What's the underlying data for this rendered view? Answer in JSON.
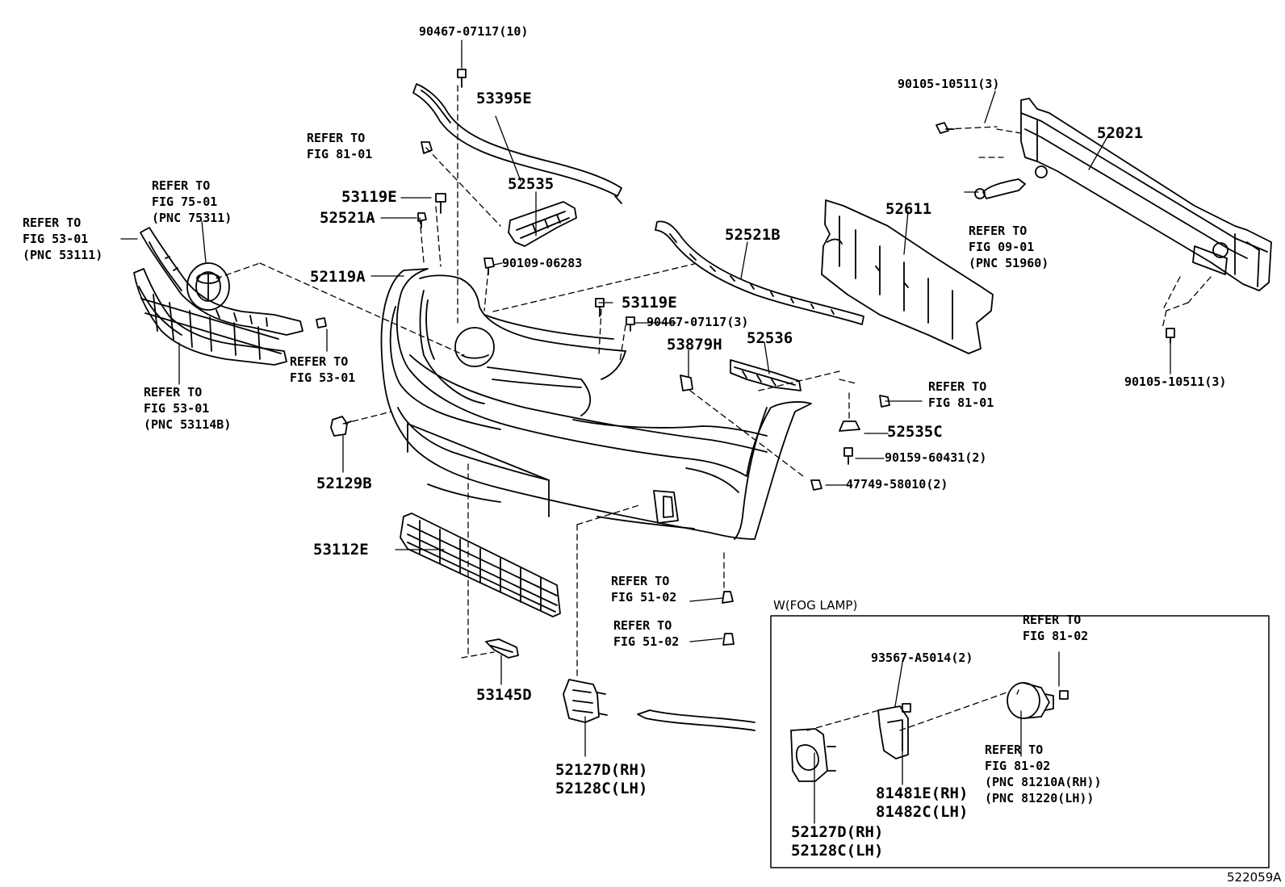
{
  "parts": {
    "p_90467_07117_10": "90467-07117(10)",
    "p_53395E": "53395E",
    "p_90105_10511_3_top": "90105-10511(3)",
    "p_52021": "52021",
    "p_53119E_a": "53119E",
    "p_52535": "52535",
    "p_52521A": "52521A",
    "p_90109_06283": "90109-06283",
    "p_52611": "52611",
    "p_52521B": "52521B",
    "p_52119A": "52119A",
    "p_53119E_b": "53119E",
    "p_90467_07117_3": "90467-07117(3)",
    "p_53879H": "53879H",
    "p_52536": "52536",
    "p_90105_10511_3_bot": "90105-10511(3)",
    "p_52535C": "52535C",
    "p_90159_60431_2": "90159-60431(2)",
    "p_47749_58010_2": "47749-58010(2)",
    "p_52129B": "52129B",
    "p_53112E": "53112E",
    "p_53145D": "53145D",
    "p_52127D_RH": "52127D(RH)",
    "p_52128C_LH": "52128C(LH)",
    "p_93567_A5014_2": "93567-A5014(2)",
    "p_81481E_RH": "81481E(RH)",
    "p_81482C_LH": "81482C(LH)",
    "p_52127D_RH_fog": "52127D(RH)",
    "p_52128C_LH_fog": "52128C(LH)"
  },
  "refs": {
    "r1": {
      "l1": "REFER TO",
      "l2": "FIG 81-01"
    },
    "r2": {
      "l1": "REFER TO",
      "l2": "FIG 75-01",
      "l3": "(PNC 75311)"
    },
    "r3": {
      "l1": "REFER TO",
      "l2": "FIG 53-01",
      "l3": "(PNC 53111)"
    },
    "r4": {
      "l1": "REFER TO",
      "l2": "FIG 53-01"
    },
    "r5": {
      "l1": "REFER TO",
      "l2": "FIG 53-01",
      "l3": "(PNC 53114B)"
    },
    "r6": {
      "l1": "REFER TO",
      "l2": "FIG 09-01",
      "l3": "(PNC 51960)"
    },
    "r7": {
      "l1": "REFER TO",
      "l2": "FIG 81-01"
    },
    "r8": {
      "l1": "REFER TO",
      "l2": "FIG 51-02"
    },
    "r9": {
      "l1": "REFER TO",
      "l2": "FIG 51-02"
    },
    "r10": {
      "l1": "REFER TO",
      "l2": "FIG 81-02"
    },
    "r11": {
      "l1": "REFER TO",
      "l2": "FIG 81-02",
      "l3": "(PNC 81210A(RH))",
      "l4": "(PNC 81220(LH))"
    }
  },
  "fog_box_title": "W(FOG LAMP)",
  "drawing_code": "522059A",
  "colors": {
    "ink": "#000000",
    "paper": "#ffffff"
  }
}
